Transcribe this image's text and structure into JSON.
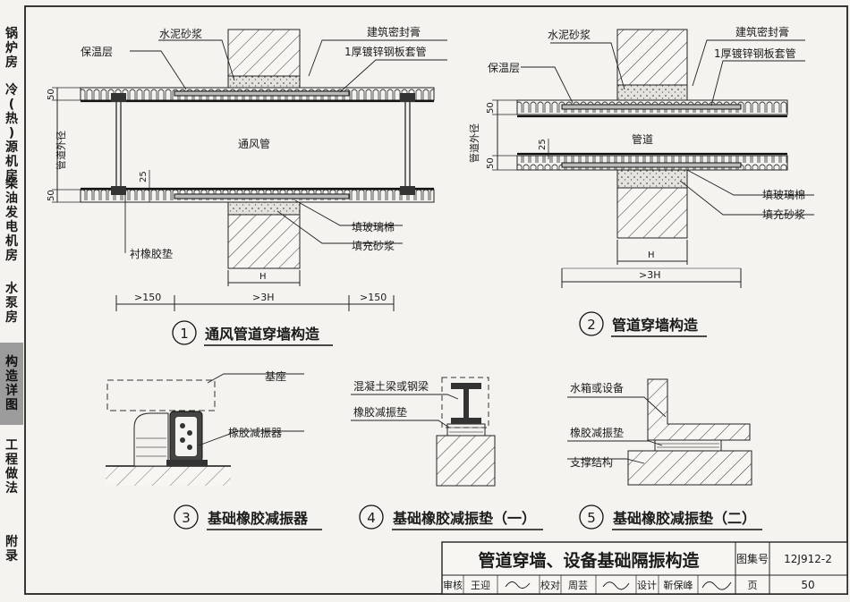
{
  "side_tabs": [
    {
      "label": "锅炉房",
      "active": false
    },
    {
      "label": "冷(热)源机房",
      "active": false
    },
    {
      "label": "柴油发电机房",
      "active": false
    },
    {
      "label": "水泵房",
      "active": false
    },
    {
      "label": "构造详图",
      "active": true
    },
    {
      "label": "工程做法",
      "active": false
    },
    {
      "label": "附录",
      "active": false
    }
  ],
  "d1": {
    "labels": {
      "cement_mortar": "水泥砂浆",
      "sealant": "建筑密封膏",
      "sleeve": "1厚镀锌钢板套管",
      "insulation": "保温层",
      "duct": "通风管",
      "glass_wool": "填玻璃棉",
      "fill_mortar": "填充砂浆",
      "rubber_pad": "衬橡胶垫",
      "dia": "管道外径",
      "h": "H",
      "dim_50a": "50",
      "dim_50b": "50",
      "dim_25": "25",
      "dim_150a": ">150",
      "dim_3h": ">3H",
      "dim_150b": ">150"
    },
    "number": "1",
    "caption": "通风管道穿墙构造"
  },
  "d2": {
    "labels": {
      "cement_mortar": "水泥砂浆",
      "sealant": "建筑密封膏",
      "sleeve": "1厚镀锌钢板套管",
      "insulation": "保温层",
      "pipe": "管道",
      "glass_wool": "填玻璃棉",
      "fill_mortar": "填充砂浆",
      "dia": "管道外径",
      "h": "H",
      "dim_50a": "50",
      "dim_25": "25",
      "dim_50b": "50",
      "dim_3h": ">3H"
    },
    "number": "2",
    "caption": "管道穿墙构造"
  },
  "d3": {
    "labels": {
      "base": "基座",
      "isolator": "橡胶减振器"
    },
    "number": "3",
    "caption": "基础橡胶减振器"
  },
  "d4": {
    "labels": {
      "beam": "混凝土梁或钢梁",
      "pad": "橡胶减振垫"
    },
    "number": "4",
    "caption": "基础橡胶减振垫（一）"
  },
  "d5": {
    "labels": {
      "tank": "水箱或设备",
      "pad": "橡胶减振垫",
      "support": "支撑结构"
    },
    "number": "5",
    "caption": "基础橡胶减振垫（二）"
  },
  "title_block": {
    "title": "管道穿墙、设备基础隔振构造",
    "atlas_label": "图集号",
    "atlas_no": "12J912-2",
    "review_label": "审核",
    "review_name": "王迎",
    "check_label": "校对",
    "check_name": "周芸",
    "design_label": "设计",
    "design_name": "靳保峰",
    "page_label": "页",
    "page_no": "50"
  }
}
